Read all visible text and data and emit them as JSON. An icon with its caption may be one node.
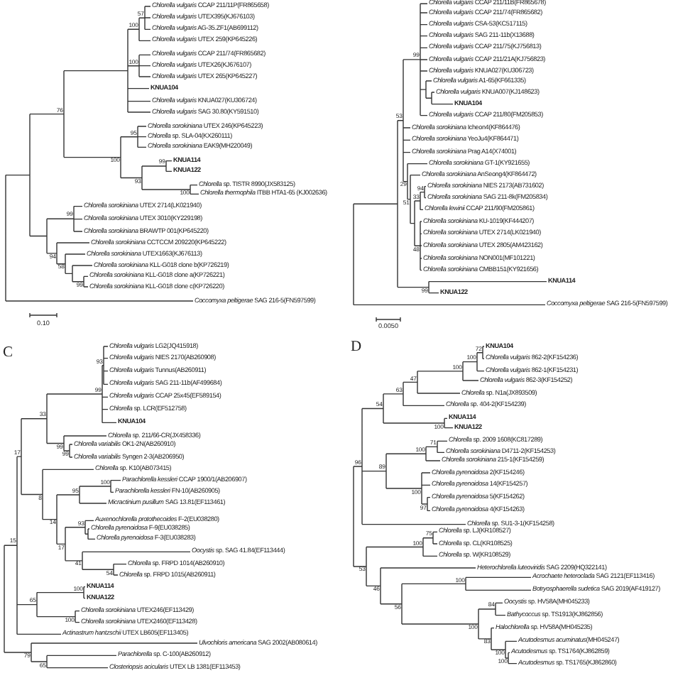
{
  "diagram": {
    "labels": [
      "*Chlorella vulgaris* CCAP 211/11P(FR865658)",
      "*Chlorella vulgaris* UTEX395(KJ676103)",
      "*Chlorella vulgaris* AG-35.ZF1(AB699112)",
      "*Chlorella vulgaris* UTEX 259(KP645226)",
      "*Chlorella vulgaris* CCAP 211/74(FR865682)",
      "*Chlorella vulgaris* UTEX26(KJ676107)",
      "*Chlorella vulgaris* UTEX 265(KP645227)",
      "KNUA104",
      "*Chlorella vulgaris* KNUA027(KU306724)",
      "*Chlorella vulgaris* SAG 30.80(KY591510)",
      "*Chlorella sorokiniana* UTEX 246(KP645223)",
      "*Chlorella* sp. SLA-04(KX260111)",
      "*Chlorella sorokiniana* EAK9(MH220049)",
      "KNUA114",
      "KNUA122",
      "*Chlorella* sp. TISTR 8990(JX583125)",
      "*Chlorella thermophila* ITBB HTA1-65 (KJ002636)",
      "*Chlorella sorokiniana* UTEX 2714(LK021940)",
      "*Chlorella sorokiniana* UTEX 3010(KY229198)",
      "*Chlorella sorokiniana* BRAWTP 001(KP645220)",
      "*Chlorella sorokiniana* CCTCCM 209220(KP645222)",
      "*Chlorella sorokiniana* UTEX1663(KJ676113)",
      "*Chlorella sorokiniana* KLL-G018 clone b(KP726219)",
      "*Chlorella sorokiniana* KLL-G018 clone a(KP726221)",
      "*Chlorella sorokiniana* KLL-G018 clone c(KP726220)",
      "*Coccomyxa peltigerae* SAG 216-5(FN597599)",
      "57",
      "100",
      "100",
      "76",
      "95",
      "100",
      "99",
      "93",
      "100",
      "99",
      "94",
      "58",
      "99",
      "0.10",
      "*Chlorella vulgaris* CCAP 211/11B(FR865678)",
      "*Chlorella vulgaris* CCAP 211/74(FR865682)",
      "*Chlorella vulgaris* CSA-53(KC517115)",
      "*Chlorella vulgaris* SAG 211-11b(X13688)",
      "*Chlorella vulgaris* CCAP 211/75(KJ756813)",
      "*Chlorella vulgaris* CCAP 211/21A(KJ756823)",
      "*Chlorella vulgaris* KNUA027(KU306723)",
      "*Chlorella vulgaris* A1-65(KF661335)",
      "*Chlorella vulgaris* KNUA007(KJ148623)",
      "KNUA104",
      "*Chlorella vulgaris* CCAP 211/80(FM205853)",
      "*Chlorella sorokiniana* Icheon4(KF864476)",
      "*Chlorella sorokiniana* YeoJu4(KF864471)",
      "*Chlorella sorokiniana* Prag A14(X74001)",
      "*Chlorella sorokiniana* GT-1(KY921655)",
      "*Chlorella sorokiniana* AnSeong4(KF864472)",
      "*Chlorella sorokiniana* NIES 2173(AB731602)",
      "*Chlorella sorokiniana* SAG 211-8k(FM205834)",
      "*Chlorella lewinii* CCAP 211/90(FM205861)",
      "*Chlorella sorokiniana* KU-1019(KF444207)",
      "*Chlorella sorokiniana* UTEX 2714(LK021940)",
      "*Chlorella sorokiniana* UTEX 2805(AM423162)",
      "*Chlorella sorokiniana* NON001(MF101221)",
      "*Chlorella sorokiniana* CMBB151(KY921656)",
      "KNUA114",
      "KNUA122",
      "*Coccomyxa peltigerae* SAG 216-5(FN597599)",
      "99",
      "53",
      "29",
      "51",
      "94",
      "33",
      "48",
      "99",
      "0.0050",
      "C",
      "*Chlorella vulgaris* LG2(JQ415918)",
      "*Chlorella vulgaris* NIES 2170(AB260908)",
      "*Chlorella vulgaris* Tunnus(AB260911)",
      "*Chlorella vulgaris* SAG 211-11b(AF499684)",
      "*Chlorella vulgaris* CCAP 25x45(EF589154)",
      "*Chlorella* sp. LCR(EF512758)",
      "KNUA104",
      "*Chlorella* sp. 211/66-CR(JX458336)",
      "*Chlorella variabilis* OK1-2N(AB260910)",
      "*Chlorella variabilis* Syngen 2-3(AB206950)",
      "*Chlorella* sp. K10(AB073415)",
      "*Parachlorella kessleri* CCAP 1900/1(AB206907)",
      "*Parachlorella kessleri* FN-10(AB260905)",
      "*Micractinium pusillum* SAG 13.81(EF113461)",
      "*Auxenochlorella protothecoides* F-2(EU038280)",
      "*Chlorella pyrenoidosa* F-9(EU038285)",
      "*Chlorella pyrenoidosa* F-3(EU038283)",
      "*Oocystis* sp. SAG 41.84(EF113444)",
      "*Chlorella* sp. FRPD 1014(AB260910)",
      "*Chlorella* sp. FRPD 1015(AB260911)",
      "KNUA114",
      "KNUA122",
      "*Chlorella sorokiniana* UTEX246(EF113429)",
      "*Chlorella sorokiniana* UTEX2460(EF113428)",
      "*Actinastrum hantzschii* UTEX LB605(EF113405)",
      "*Ulvochloris americana* SAG 2002(AB080614)",
      "*Parachlorella* sp. C-100(AB260912)",
      "*Closteriopsis acicularis* UTEX LB 1381(EF113453)",
      "93",
      "99",
      "33",
      "99",
      "99",
      "17",
      "100",
      "8",
      "95",
      "15",
      "14",
      "93",
      "17",
      "41",
      "54",
      "100",
      "65",
      "100",
      "65",
      "79",
      "D",
      "KNUA104",
      "*Chlorella vulgaris* 862-2(KF154236)",
      "*Chlorella vulgaris* 862-1(KF154231)",
      "*Chlorella vulgaris* 862-3(KF154252)",
      "*Chlorella* sp. N1a(JX893509)",
      "*Chlorella* sp. 404-2(KF154239)",
      "KNUA114",
      "KNUA122",
      "*Chlorella* sp. 2009 1608(KC817289)",
      "*Chlorella sorokiniana* D4711-2(KF154253)",
      "*Chlorella sorokiniana* 215-1(KF154259)",
      "*Chlorella pyrenoidosa* 2(KF154246)",
      "*Chlorella pyrenoidosa* 14(KF154257)",
      "*Chlorella pyrenoidosa* 5(KF154262)",
      "*Chlorella pyrenoidosa* 4(KF154263)",
      "*Chlorella* sp. SU1-3-1(KF154258)",
      "*Chlorella* sp. LJ(KR108527)",
      "*Chlorella* sp. CL(KR108525)",
      "*Chlorella* sp. W(KR108529)",
      "*Heterochlorella luteoviridis* SAG 2209(HQ322141)",
      "*Acrochaete heteroclada* SAG 2121(EF113416)",
      "*Botryosphaerella sudetica* SAG 2019(AF419127)",
      "*Oocystis* sp. HV58A(MH045233)",
      "*Bathycoccus* sp. TS1913(KJ862856)",
      "*Halochlorella* sp. HV58A(MH045235)",
      "*Acutodesmus acuminatus*(MH045247)",
      "*Acutodesmus* sp. TS1764(KJ862859)",
      "*Acutodesmus* sp. TS1765(KJ862860)",
      "72",
      "100",
      "47",
      "100",
      "63",
      "54",
      "100",
      "71",
      "100",
      "96",
      "89",
      "100",
      "97",
      "75",
      "100",
      "53",
      "100",
      "46",
      "84",
      "56",
      "100",
      "83",
      "100",
      "100"
    ]
  }
}
